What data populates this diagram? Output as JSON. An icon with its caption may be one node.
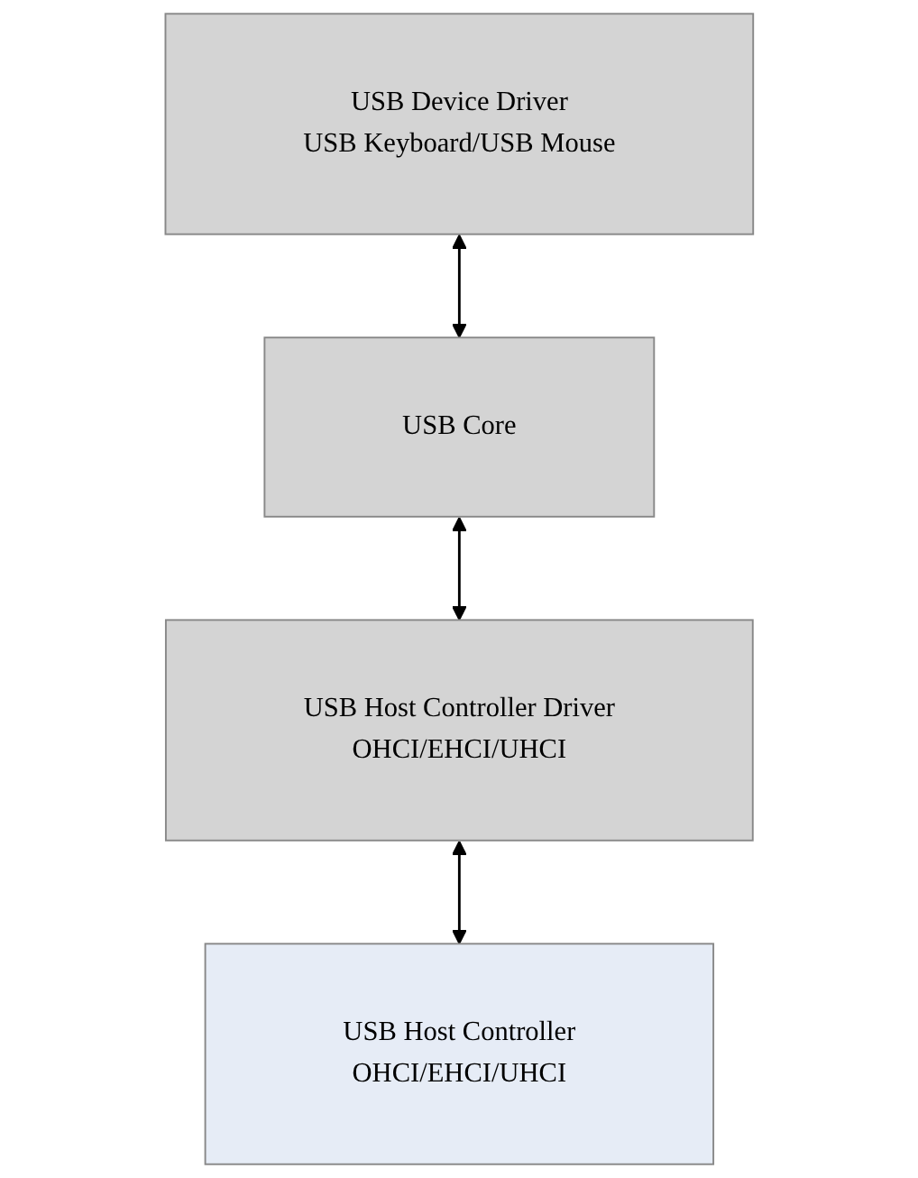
{
  "diagram": {
    "nodes": [
      {
        "text": [
          "USB Device Driver",
          "USB Keyboard/USB Mouse"
        ]
      },
      {
        "text": [
          "USB Core"
        ]
      },
      {
        "text": [
          "USB Host Controller Driver",
          "OHCI/EHCI/UHCI"
        ]
      },
      {
        "text": [
          "USB Host Controller",
          "OHCI/EHCI/UHCI"
        ]
      }
    ],
    "edges": [
      {
        "from": 0,
        "to": 1,
        "arrow": "both"
      },
      {
        "from": 1,
        "to": 2,
        "arrow": "both"
      },
      {
        "from": 2,
        "to": 3,
        "arrow": "both"
      }
    ]
  }
}
